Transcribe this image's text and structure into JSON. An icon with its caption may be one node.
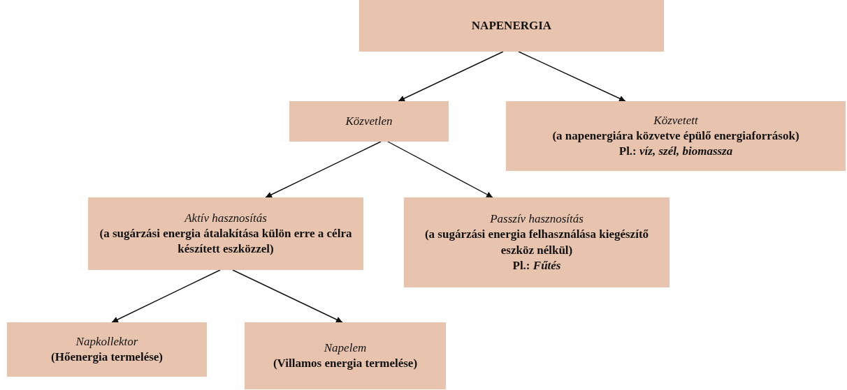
{
  "diagram": {
    "nodes": [
      {
        "text": [
          "NAPENERGIA"
        ]
      },
      {
        "text": [
          "Közvetlen"
        ]
      },
      {
        "text": [
          "Közvetett",
          "(a napenergiára közvetve épülő energiaforrások)",
          "Pl.: *víz, szél, biomassza*"
        ]
      },
      {
        "text": [
          "Aktív hasznosítás",
          "(a sugárzási energia átalakítása külön erre a célra készített eszközzel)"
        ]
      },
      {
        "text": [
          "Passzív hasznosítás",
          "(a sugárzási energia felhasználása kiegészítő eszköz nélkül)",
          "Pl.: *Fűtés*"
        ]
      },
      {
        "text": [
          "Napkollektor",
          "(Hőenergia termelése)"
        ]
      },
      {
        "text": [
          "Napelem",
          "(Villamos energia termelése)"
        ]
      }
    ],
    "edges": [
      {
        "from": 0,
        "to": 1,
        "arrow": "to"
      },
      {
        "from": 0,
        "to": 2,
        "arrow": "to"
      },
      {
        "from": 1,
        "to": 3,
        "arrow": "to"
      },
      {
        "from": 1,
        "to": 4,
        "arrow": "to"
      },
      {
        "from": 3,
        "to": 5,
        "arrow": "to"
      },
      {
        "from": 3,
        "to": 6,
        "arrow": "to"
      }
    ]
  }
}
